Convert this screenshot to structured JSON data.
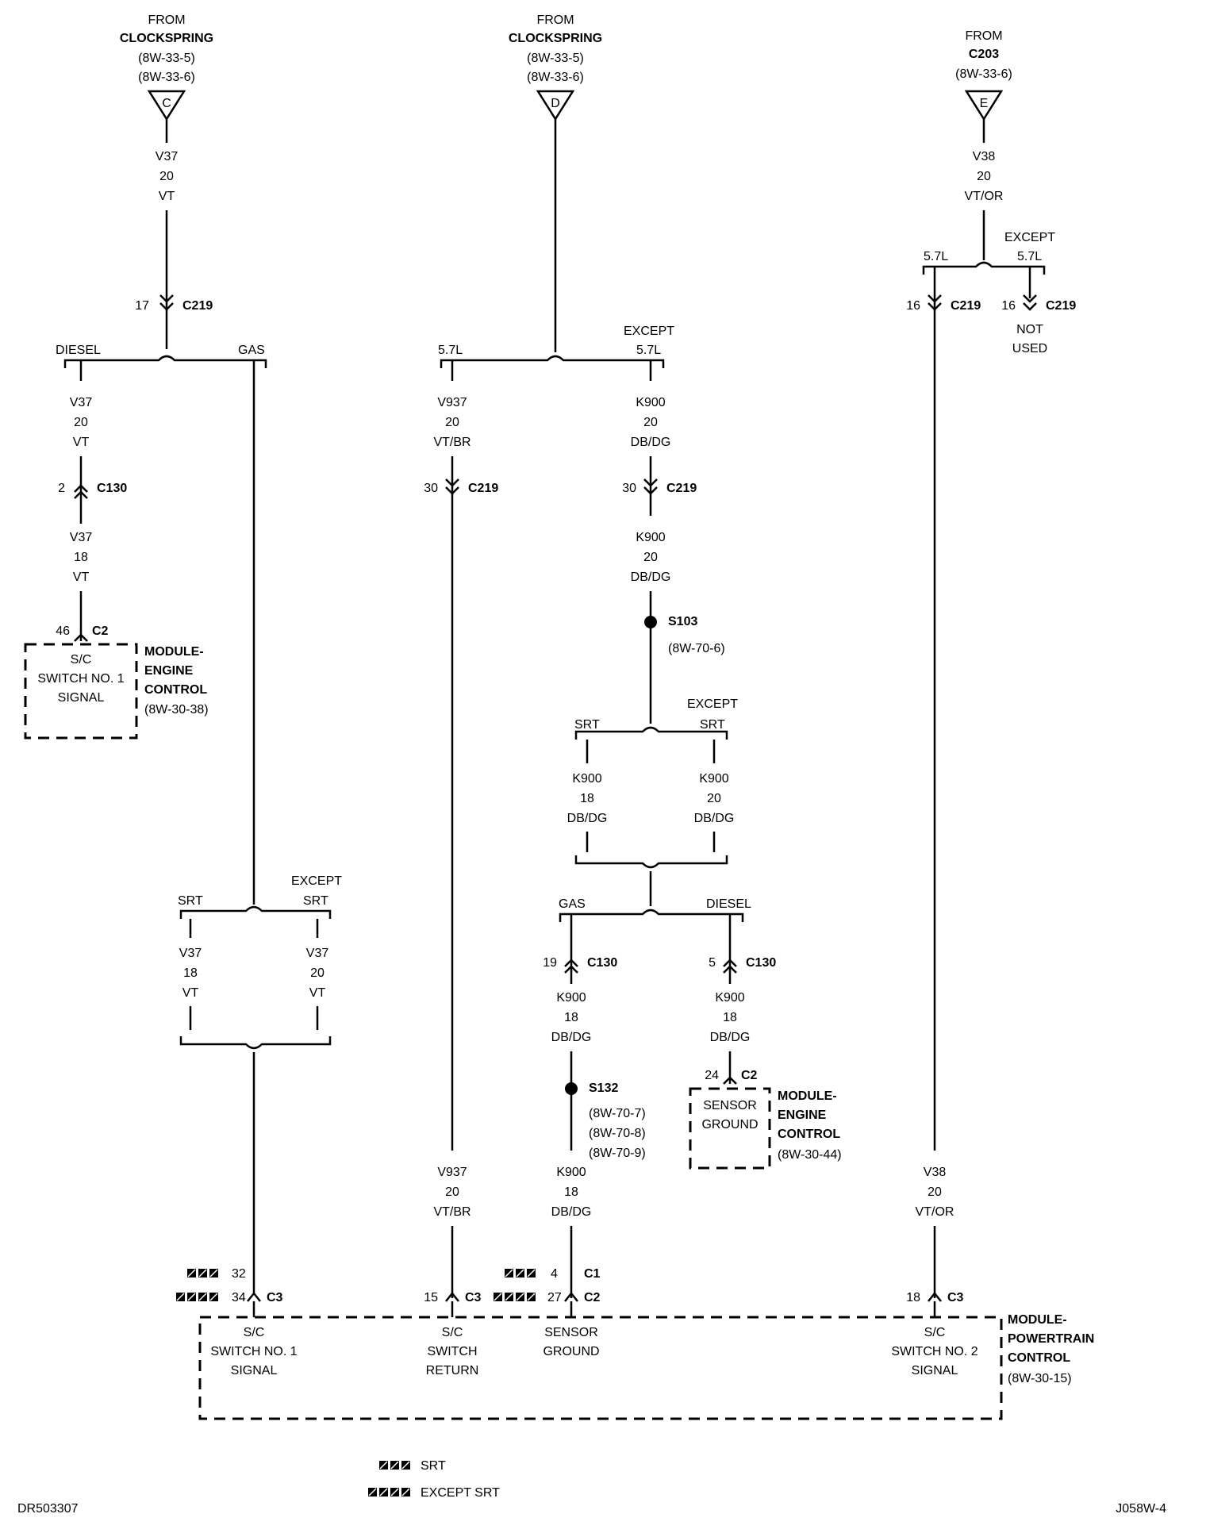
{
  "sources": {
    "c": {
      "from": "FROM",
      "name": "CLOCKSPRING",
      "ref1": "(8W-33-5)",
      "ref2": "(8W-33-6)",
      "letter": "C"
    },
    "d": {
      "from": "FROM",
      "name": "CLOCKSPRING",
      "ref1": "(8W-33-5)",
      "ref2": "(8W-33-6)",
      "letter": "D"
    },
    "e": {
      "from": "FROM",
      "name": "C203",
      "ref1": "(8W-33-6)",
      "letter": "E"
    }
  },
  "wires": {
    "c_top": {
      "circuit": "V37",
      "gauge": "20",
      "color": "VT"
    },
    "e_top": {
      "circuit": "V38",
      "gauge": "20",
      "color": "VT/OR"
    },
    "diesel_a": {
      "circuit": "V37",
      "gauge": "20",
      "color": "VT"
    },
    "diesel_b": {
      "circuit": "V37",
      "gauge": "18",
      "color": "VT"
    },
    "v937_a": {
      "circuit": "V937",
      "gauge": "20",
      "color": "VT/BR"
    },
    "k900_a": {
      "circuit": "K900",
      "gauge": "20",
      "color": "DB/DG"
    },
    "k900_b": {
      "circuit": "K900",
      "gauge": "20",
      "color": "DB/DG"
    },
    "k900_srt": {
      "circuit": "K900",
      "gauge": "18",
      "color": "DB/DG"
    },
    "k900_exsrt": {
      "circuit": "K900",
      "gauge": "20",
      "color": "DB/DG"
    },
    "v37_srt": {
      "circuit": "V37",
      "gauge": "18",
      "color": "VT"
    },
    "v37_exsrt": {
      "circuit": "V37",
      "gauge": "20",
      "color": "VT"
    },
    "k900_gas": {
      "circuit": "K900",
      "gauge": "18",
      "color": "DB/DG"
    },
    "k900_diesel": {
      "circuit": "K900",
      "gauge": "18",
      "color": "DB/DG"
    },
    "k900_c": {
      "circuit": "K900",
      "gauge": "18",
      "color": "DB/DG"
    },
    "v937_b": {
      "circuit": "V937",
      "gauge": "20",
      "color": "VT/BR"
    },
    "v38_b": {
      "circuit": "V38",
      "gauge": "20",
      "color": "VT/OR"
    }
  },
  "branches": {
    "diesel": "DIESEL",
    "gas": "GAS",
    "l57": "5.7L",
    "except": "EXCEPT",
    "srt": "SRT",
    "not": "NOT",
    "used": "USED"
  },
  "connectors": {
    "c219": "C219",
    "c130": "C130",
    "c2": "C2",
    "c3": "C3",
    "c1": "C1",
    "pin17": "17",
    "pin16": "16",
    "pin2": "2",
    "pin46": "46",
    "pin30": "30",
    "pin19": "19",
    "pin5": "5",
    "pin24": "24",
    "pin32": "32",
    "pin34": "34",
    "pin15": "15",
    "pin4": "4",
    "pin27": "27",
    "pin18": "18"
  },
  "splices": {
    "s103": {
      "name": "S103",
      "ref": "(8W-70-6)"
    },
    "s132": {
      "name": "S132",
      "ref1": "(8W-70-7)",
      "ref2": "(8W-70-8)",
      "ref3": "(8W-70-9)"
    }
  },
  "modules": {
    "ecm1": {
      "l1": "S/C",
      "l2": "SWITCH NO. 1",
      "l3": "SIGNAL",
      "name1": "MODULE-",
      "name2": "ENGINE",
      "name3": "CONTROL",
      "ref": "(8W-30-38)"
    },
    "ecm2": {
      "l1": "SENSOR",
      "l2": "GROUND",
      "name1": "MODULE-",
      "name2": "ENGINE",
      "name3": "CONTROL",
      "ref": "(8W-30-44)"
    },
    "pcm": {
      "name1": "MODULE-",
      "name2": "POWERTRAIN",
      "name3": "CONTROL",
      "ref": "(8W-30-15)",
      "f1": {
        "l1": "S/C",
        "l2": "SWITCH NO. 1",
        "l3": "SIGNAL"
      },
      "f2": {
        "l1": "S/C",
        "l2": "SWITCH",
        "l3": "RETURN"
      },
      "f3": {
        "l1": "SENSOR",
        "l2": "GROUND"
      },
      "f4": {
        "l1": "S/C",
        "l2": "SWITCH NO. 2",
        "l3": "SIGNAL"
      }
    }
  },
  "legend": {
    "srt": "SRT",
    "except_srt": "EXCEPT SRT"
  },
  "footer": {
    "left": "DR503307",
    "right": "J058W-4"
  }
}
